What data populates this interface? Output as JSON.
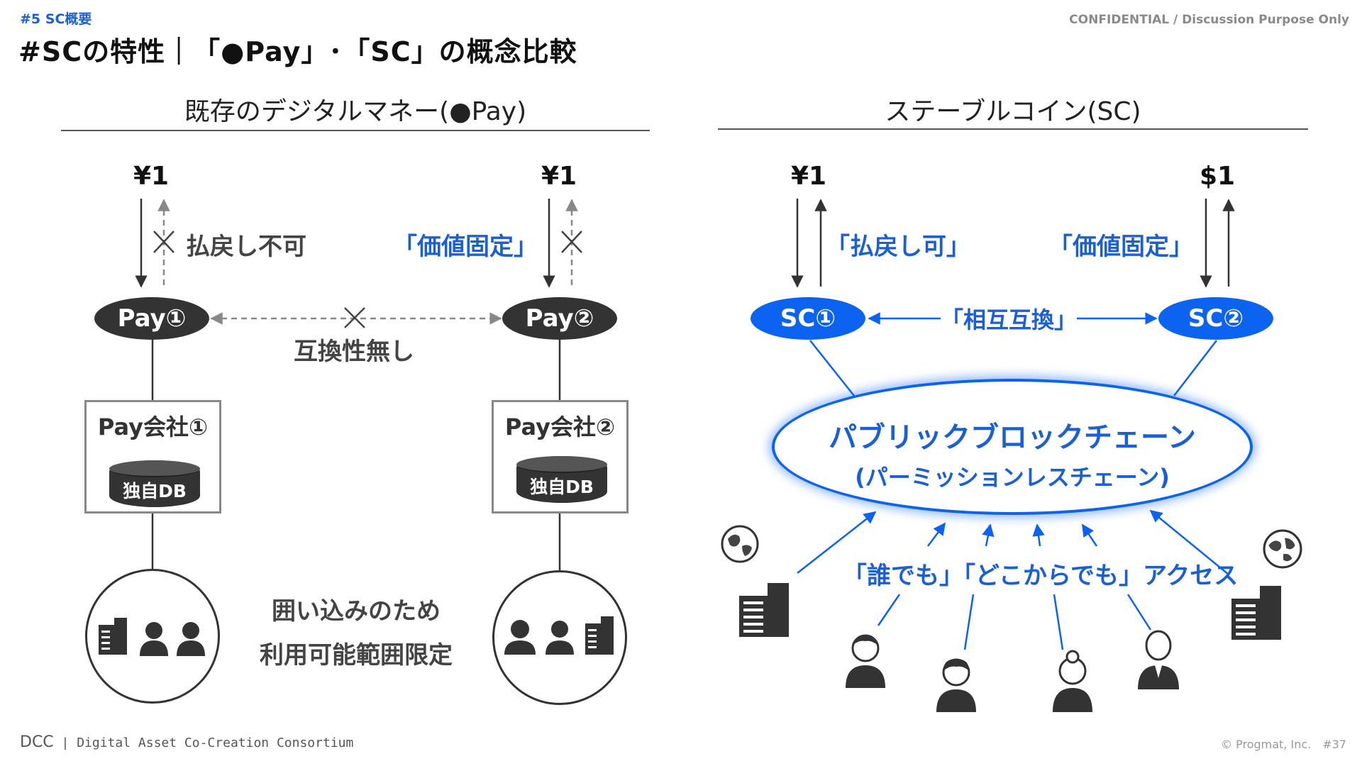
{
  "header": {
    "section_tag": "#5 SC概要",
    "confidential": "CONFIDENTIAL / Discussion Purpose Only",
    "title": "#SCの特性｜「●Pay」･「SC」の概念比較"
  },
  "left": {
    "heading": "既存のデジタルマネー(●Pay)",
    "amount_1": "¥1",
    "amount_2": "¥1",
    "label_no_refund": "払戻し不可",
    "label_fixed_value": "「価値固定」",
    "node_1": "Pay①",
    "node_2": "Pay②",
    "label_no_interop": "互換性無し",
    "company_1": "Pay会社①",
    "company_2": "Pay会社②",
    "db_1": "独自DB",
    "db_2": "独自DB",
    "note_line_1": "囲い込みのため",
    "note_line_2": "利用可能範囲限定"
  },
  "right": {
    "heading": "ステーブルコイン(SC)",
    "amount_1": "¥1",
    "amount_2": "$1",
    "label_refund_ok": "「払戻し可」",
    "label_fixed_value": "「価値固定」",
    "node_1": "SC①",
    "node_2": "SC②",
    "label_interop": "「相互互換」",
    "blockchain_title": "パブリックブロックチェーン",
    "blockchain_sub": "(パーミッションレスチェーン)",
    "access_label": "「誰でも」「どこからでも」アクセス"
  },
  "colors": {
    "accent_blue": "#0b63f0",
    "label_blue": "#1a5fd6",
    "dark_node": "#333333"
  },
  "icons": [
    "globe-icon",
    "building-icon",
    "person-icon"
  ],
  "footer": {
    "logo_mark": "DCC",
    "logo_text": "Digital Asset Co-Creation Consortium",
    "copyright": "© Progmat, Inc.　#37"
  }
}
